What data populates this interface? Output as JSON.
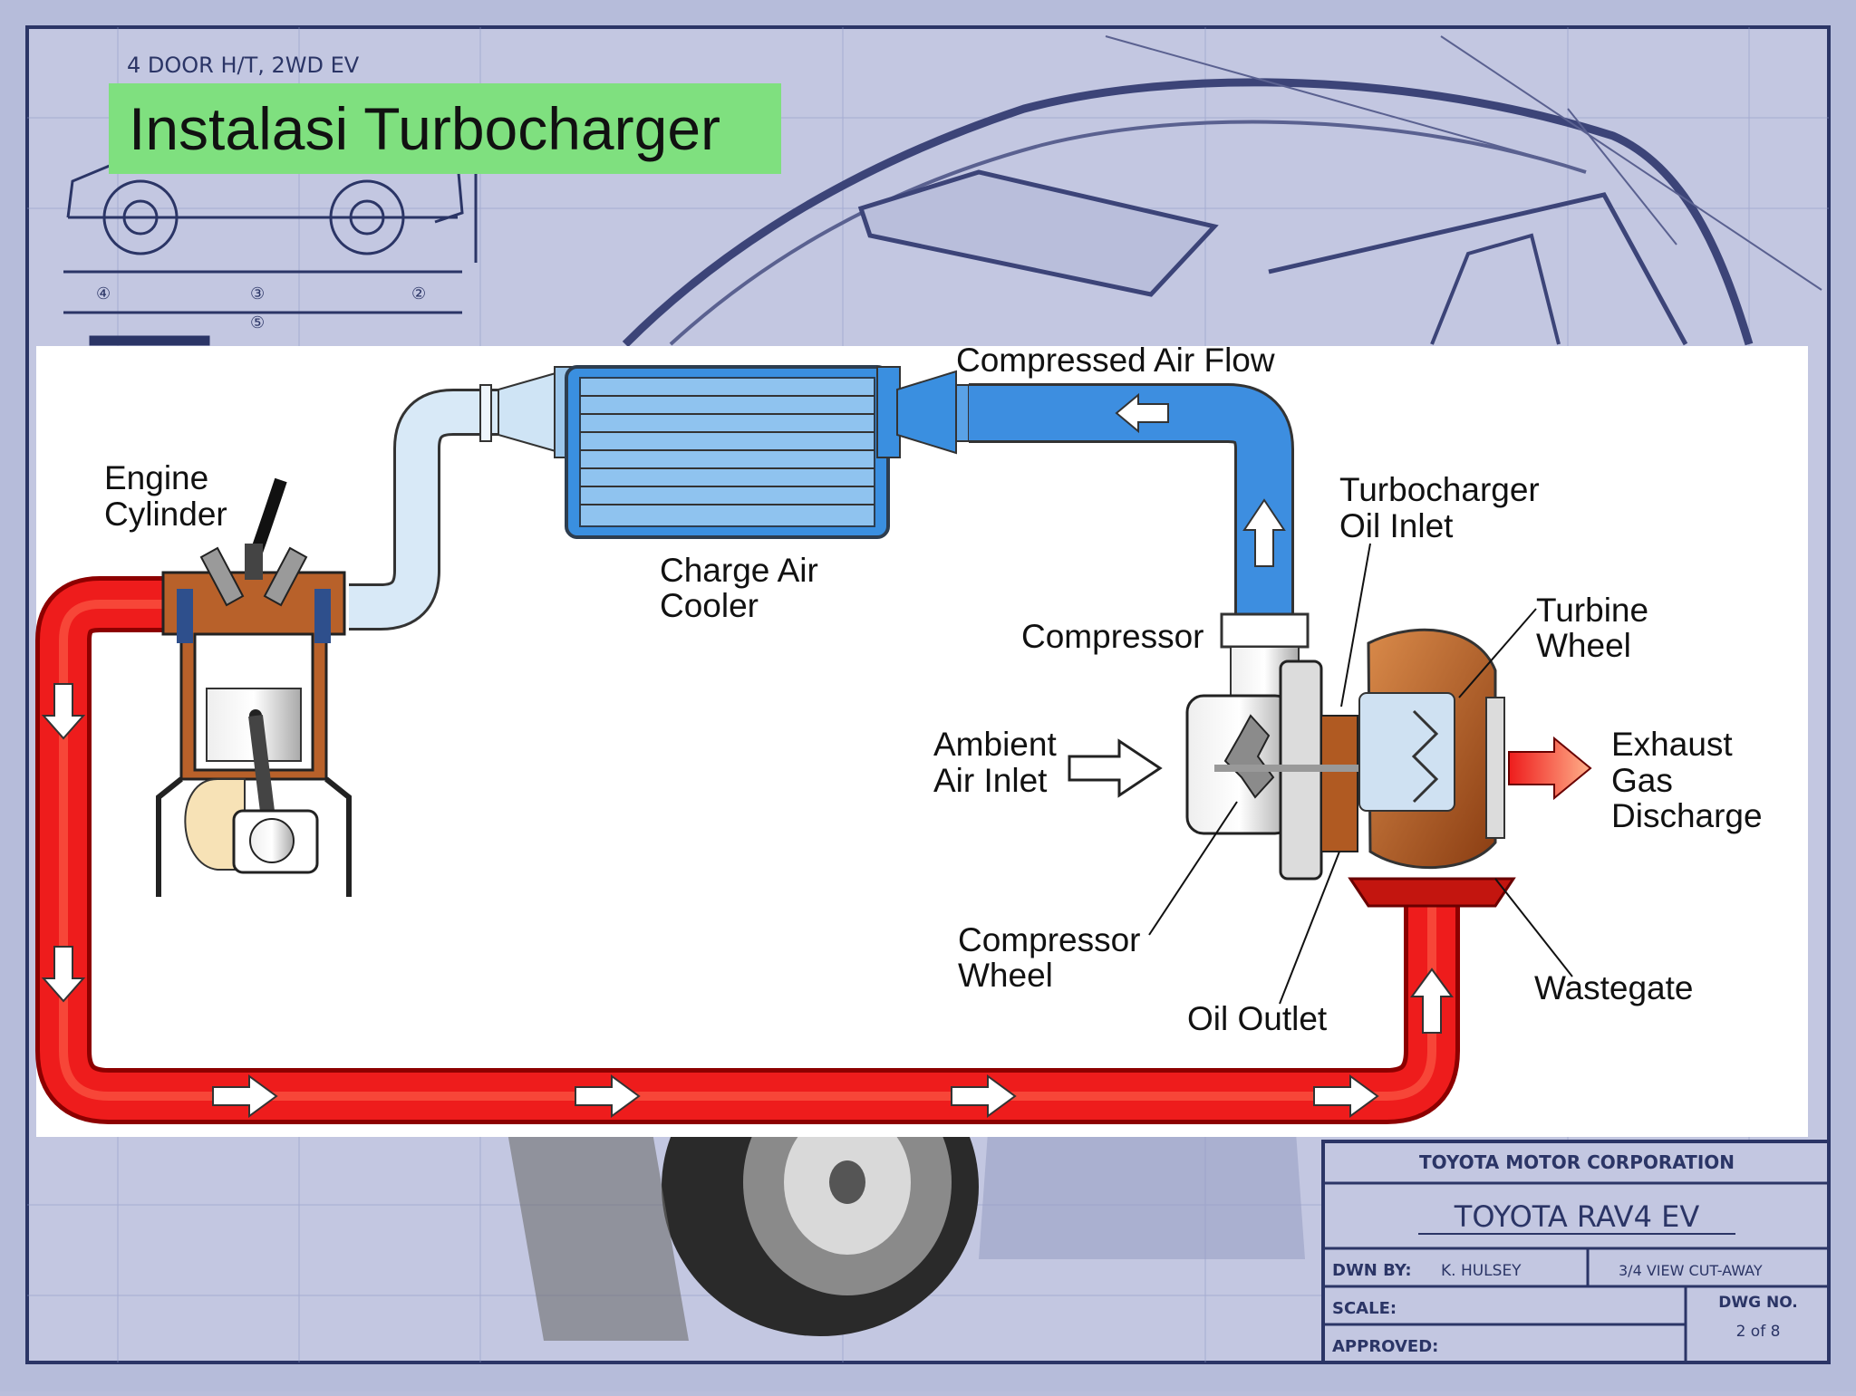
{
  "slide": {
    "title": "Instalasi Turbocharger"
  },
  "blueprint": {
    "header": "4 DOOR H/T, 2WD EV",
    "markers": [
      "④",
      "③",
      "②",
      "⑤"
    ],
    "title_block": {
      "company": "TOYOTA MOTOR CORPORATION",
      "model": "TOYOTA RAV4 EV",
      "drawn_by_label": "DWN BY:",
      "drawn_by": "K. HULSEY",
      "view": "3/4 VIEW CUT-AWAY",
      "scale_label": "SCALE:",
      "approved_label": "APPROVED:",
      "dwg_no_label": "DWG NO.",
      "dwg_no": "2 of 8"
    }
  },
  "diagram": {
    "labels": {
      "compressed_air_flow": "Compressed Air Flow",
      "engine_cylinder": [
        "Engine",
        "Cylinder"
      ],
      "charge_air_cooler": [
        "Charge Air",
        "Cooler"
      ],
      "turbocharger_oil_inlet": [
        "Turbocharger",
        "Oil Inlet"
      ],
      "turbine_wheel": [
        "Turbine",
        "Wheel"
      ],
      "compressor": "Compressor",
      "ambient_air_inlet": [
        "Ambient",
        "Air Inlet"
      ],
      "exhaust_gas_discharge": [
        "Exhaust",
        "Gas",
        "Discharge"
      ],
      "compressor_wheel": [
        "Compressor",
        "Wheel"
      ],
      "oil_outlet": "Oil Outlet",
      "wastegate": "Wastegate"
    },
    "colors": {
      "exhaust": "#ee1c1c",
      "compressed_air": "#3d8ee0",
      "intake_air": "#cfe4f5",
      "turbine_housing": "#b8612a",
      "title_bg": "#7fe07f"
    }
  }
}
